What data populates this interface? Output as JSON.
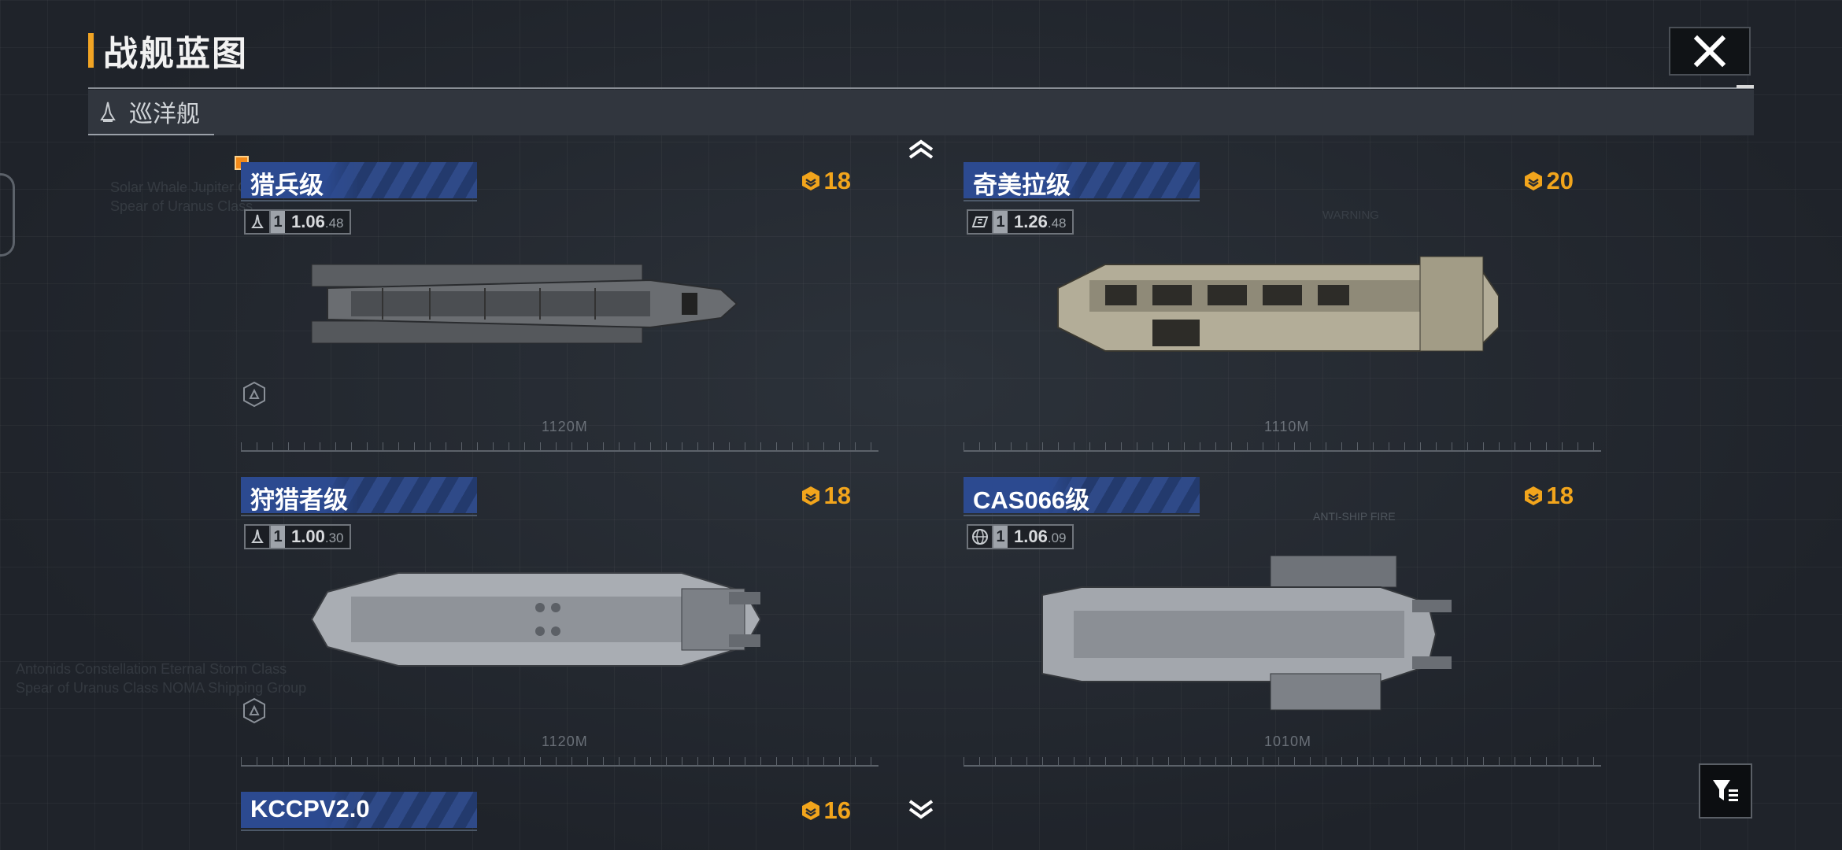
{
  "header": {
    "title": "战舰蓝图",
    "close_icon": "close-icon"
  },
  "filter": {
    "category_label": "巡洋舰",
    "category_icon": "cruiser-icon"
  },
  "colors": {
    "accent": "#f1a424",
    "card_header": "#2c4a90",
    "cost": "#f2a51c"
  },
  "cards": [
    {
      "name": "猎兵级",
      "cost": "18",
      "spec_icon": "ship-class-icon",
      "tier": "1",
      "value_main": "1.06",
      "value_sub": "48",
      "length": "1120M"
    },
    {
      "name": "奇美拉级",
      "cost": "20",
      "spec_icon": "module-icon",
      "tier": "1",
      "value_main": "1.26",
      "value_sub": "48",
      "length": "1110M"
    },
    {
      "name": "狩猎者级",
      "cost": "18",
      "spec_icon": "ship-class-icon",
      "tier": "1",
      "value_main": "1.00",
      "value_sub": "30",
      "length": "1120M"
    },
    {
      "name": "CAS066级",
      "cost": "18",
      "spec_icon": "globe-icon",
      "tier": "1",
      "value_main": "1.06",
      "value_sub": "09",
      "length": "1010M"
    },
    {
      "name": "KCCPV2.0",
      "cost": "16"
    }
  ],
  "background_text": {
    "line1": "Solar Whale Jupiter Class",
    "line2": "Spear of Uranus Class",
    "line3": "Antonids Constellation Eternal Storm Class",
    "line4": "Spear of Uranus Class NOMA Shipping Group",
    "warning": "WARNING",
    "anti_ship_fire": "ANTI-SHIP FIRE"
  }
}
